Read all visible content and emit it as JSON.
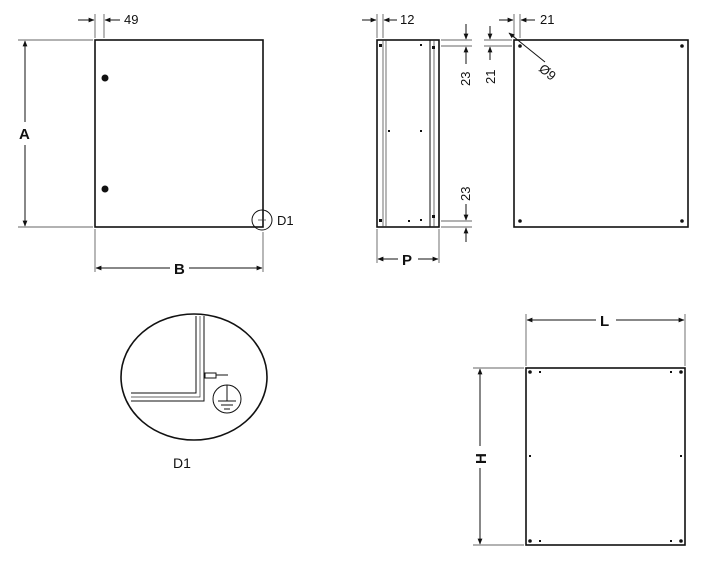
{
  "front_view": {
    "dim_hinge_offset": "49",
    "dim_height": "A",
    "dim_width": "B",
    "detail_marker": "D1"
  },
  "side_view": {
    "dim_flange": "12",
    "dim_top_offset": "23",
    "dim_bottom_offset": "23",
    "dim_depth": "P"
  },
  "back_view": {
    "dim_hole_offset_x": "21",
    "dim_hole_offset_y": "21",
    "dim_hole_diameter": "Ø9"
  },
  "detail": {
    "title": "D1"
  },
  "mounting_plate": {
    "dim_width": "L",
    "dim_height": "H"
  }
}
